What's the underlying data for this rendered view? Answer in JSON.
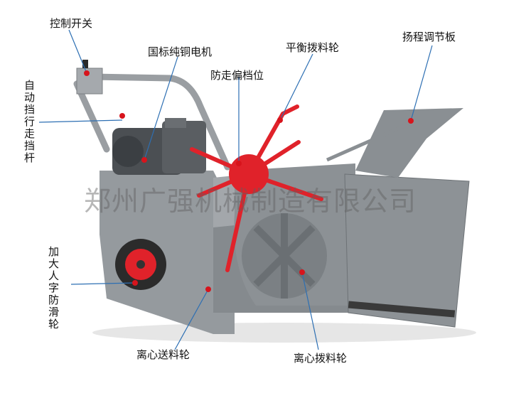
{
  "labels": {
    "control_switch": "控制开关",
    "motor": "国标纯铜电机",
    "anti_walk_stop": "防走偏档位",
    "balance_wheel": "平衡拨料轮",
    "throw_plate": "扬程调节板",
    "auto_stop_rod": "自动挡行走挡杆",
    "antislip_wheel": "加大人字防滑轮",
    "feed_wheel": "离心送料轮",
    "pick_wheel": "离心拨料轮"
  },
  "watermark": "郑州广强机械制造有限公司",
  "colors": {
    "body": "#8f9498",
    "body_dark": "#6d7276",
    "body_light": "#b3b7ba",
    "accent_red": "#e0222a",
    "motor": "#4b4f53",
    "marker": "#d7141c"
  }
}
